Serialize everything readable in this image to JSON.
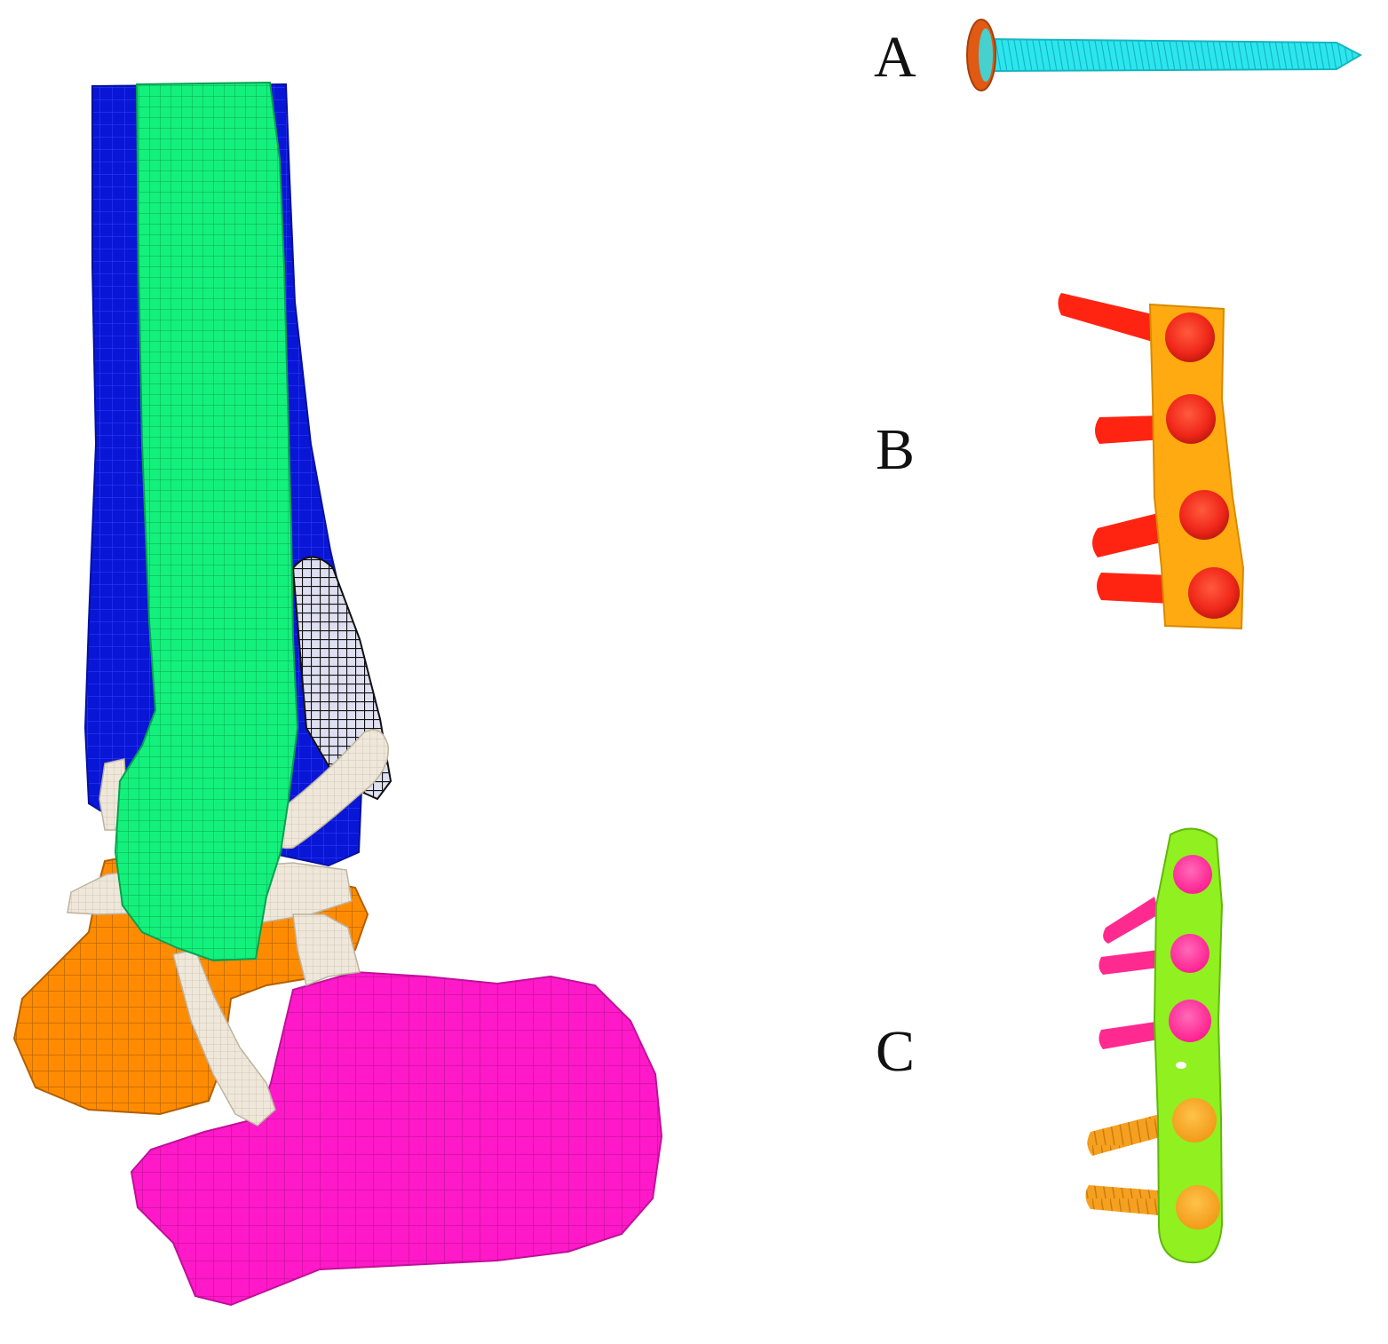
{
  "figure": {
    "panels": [
      {
        "id": "A",
        "label": "A",
        "part": "single-screw"
      },
      {
        "id": "B",
        "label": "B",
        "part": "plate-with-four-screws"
      },
      {
        "id": "C",
        "label": "C",
        "part": "plate-with-five-screws"
      }
    ],
    "ankle_model": {
      "parts": [
        "tibia",
        "fibula",
        "talus",
        "calcaneus",
        "ligaments",
        "medial-malleolus-mesh"
      ]
    }
  },
  "colors": {
    "tibia": "#0a16d6",
    "fibula": "#12f07a",
    "talus": "#ff8c00",
    "calcaneus": "#ff19c8",
    "ligament": "#eee6d8",
    "malleolus_mesh": "#1a1a1a",
    "screw_shaft_a": "#2ce6ee",
    "screw_head_a": "#e05a14",
    "plate_b": "#ffaa10",
    "screws_b": "#ff2412",
    "plate_c": "#90f020",
    "screws_c_upper": "#ff2a90",
    "screws_c_lower": "#f6a020",
    "mesh_line": "rgba(0,0,0,0.18)"
  }
}
